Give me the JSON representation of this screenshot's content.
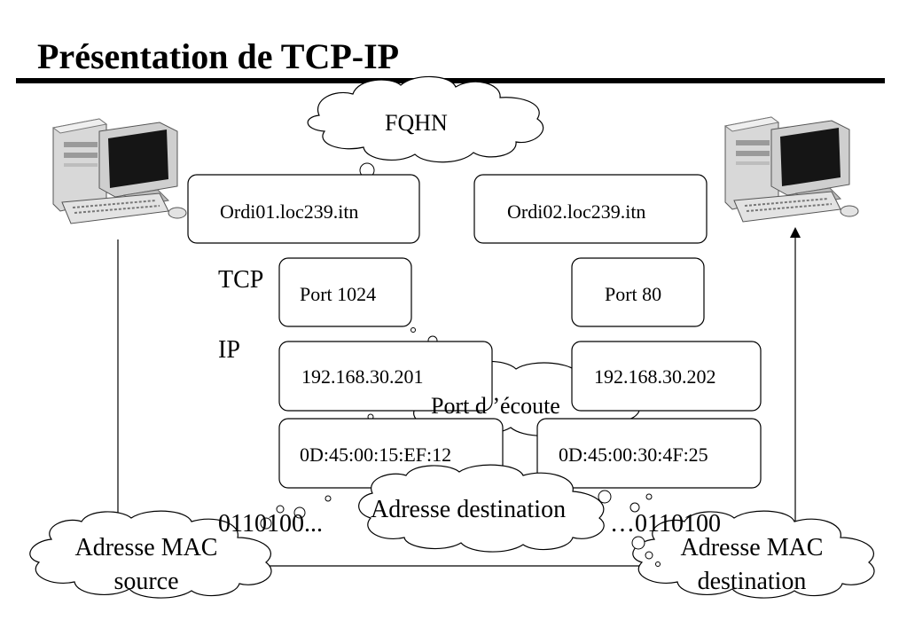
{
  "title": "Présentation de TCP-IP",
  "layers": {
    "tcp": "TCP",
    "ip": "IP"
  },
  "hosts": {
    "source": {
      "fqdn": "Ordi01.loc239.itn",
      "port": "Port 1024",
      "ip": "192.168.30.201",
      "mac": "0D:45:00:15:EF:12",
      "bits": "0110100..."
    },
    "destination": {
      "fqdn": "Ordi02.loc239.itn",
      "port": "Port 80",
      "ip": "192.168.30.202",
      "mac": "0D:45:00:30:4F:25",
      "bits": "…0110100"
    }
  },
  "callouts": {
    "fqhn": "FQHN",
    "port_ecoute": "Port d ’écoute",
    "adresse_destination": "Adresse destination",
    "mac_source": [
      "Adresse MAC",
      "source"
    ],
    "mac_destination": [
      "Adresse MAC",
      "destination"
    ]
  },
  "icons": {
    "left": "desktop-computer-icon",
    "right": "desktop-computer-icon"
  }
}
